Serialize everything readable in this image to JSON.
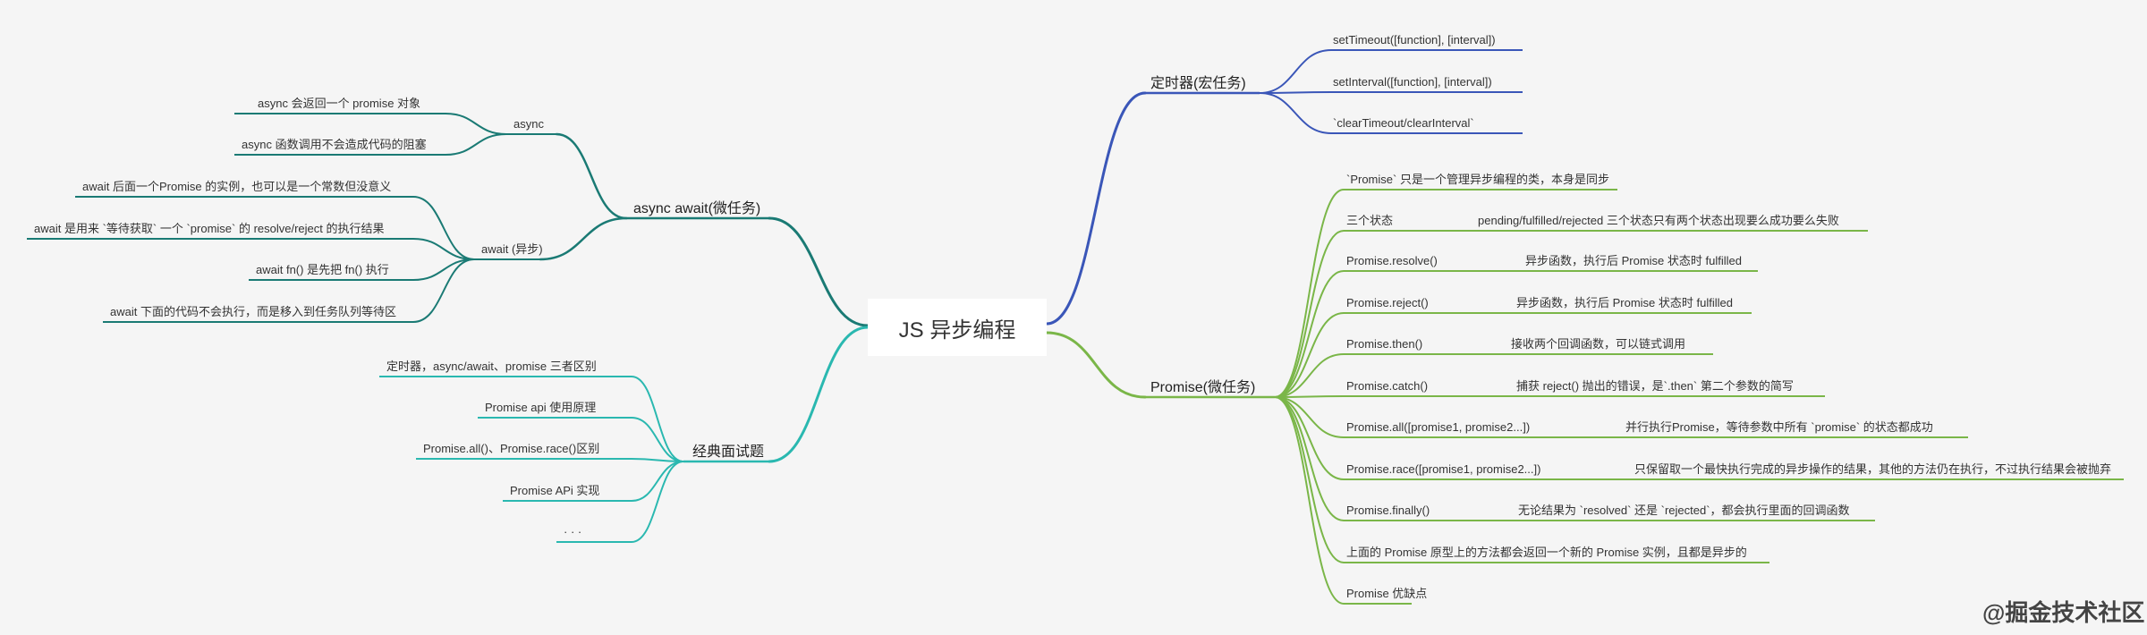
{
  "root": {
    "label": "JS 异步编程"
  },
  "timers": {
    "label": "定时器(宏任务)",
    "color": "#3a56b8",
    "items": [
      "setTimeout([function], [interval])",
      "setInterval([function], [interval])",
      "`clearTimeout/clearInterval`"
    ]
  },
  "promise": {
    "label": "Promise(微任务)",
    "color": "#7ab648",
    "items": [
      {
        "label": "`Promise` 只是一个管理异步编程的类，本身是同步",
        "desc": ""
      },
      {
        "label": "三个状态",
        "desc": "pending/fulfilled/rejected 三个状态只有两个状态出现要么成功要么失败"
      },
      {
        "label": "Promise.resolve()",
        "desc": "异步函数，执行后 Promise 状态时 fulfilled"
      },
      {
        "label": "Promise.reject()",
        "desc": "异步函数，执行后 Promise 状态时 fulfilled"
      },
      {
        "label": "Promise.then()",
        "desc": "接收两个回调函数，可以链式调用"
      },
      {
        "label": "Promise.catch()",
        "desc": "捕获 reject() 抛出的错误，是`.then` 第二个参数的简写"
      },
      {
        "label": "Promise.all([promise1, promise2...])",
        "desc": "并行执行Promise，等待参数中所有 `promise` 的状态都成功"
      },
      {
        "label": "Promise.race([promise1, promise2...])",
        "desc": "只保留取一个最快执行完成的异步操作的结果，其他的方法仍在执行，不过执行结果会被抛弃"
      },
      {
        "label": "Promise.finally()",
        "desc": "无论结果为 `resolved` 还是 `rejected`，都会执行里面的回调函数"
      },
      {
        "label": "上面的 Promise 原型上的方法都会返回一个新的 Promise 实例，且都是异步的",
        "desc": ""
      },
      {
        "label": "Promise 优缺点",
        "desc": ""
      }
    ]
  },
  "async_await": {
    "label": "async await(微任务)",
    "color": "#1a7a74",
    "async": {
      "label": "async",
      "items": [
        "async 会返回一个  promise 对象",
        "async  函数调用不会造成代码的阻塞"
      ]
    },
    "await": {
      "label": "await (异步)",
      "items": [
        "await 后面一个Promise 的实例，也可以是一个常数但没意义",
        "await 是用来 `等待获取` 一个 `promise` 的 resolve/reject 的执行结果",
        "await fn() 是先把  fn() 执行",
        "await 下面的代码不会执行，而是移入到任务队列等待区"
      ]
    }
  },
  "interview": {
    "label": "经典面试题",
    "color": "#2ab8b0",
    "items": [
      "定时器，async/await、promise 三者区别",
      "Promise api  使用原理",
      "Promise.all()、Promise.race()区别",
      "Promise APi 实现",
      "· · ·"
    ]
  },
  "watermark": "@掘金技术社区"
}
